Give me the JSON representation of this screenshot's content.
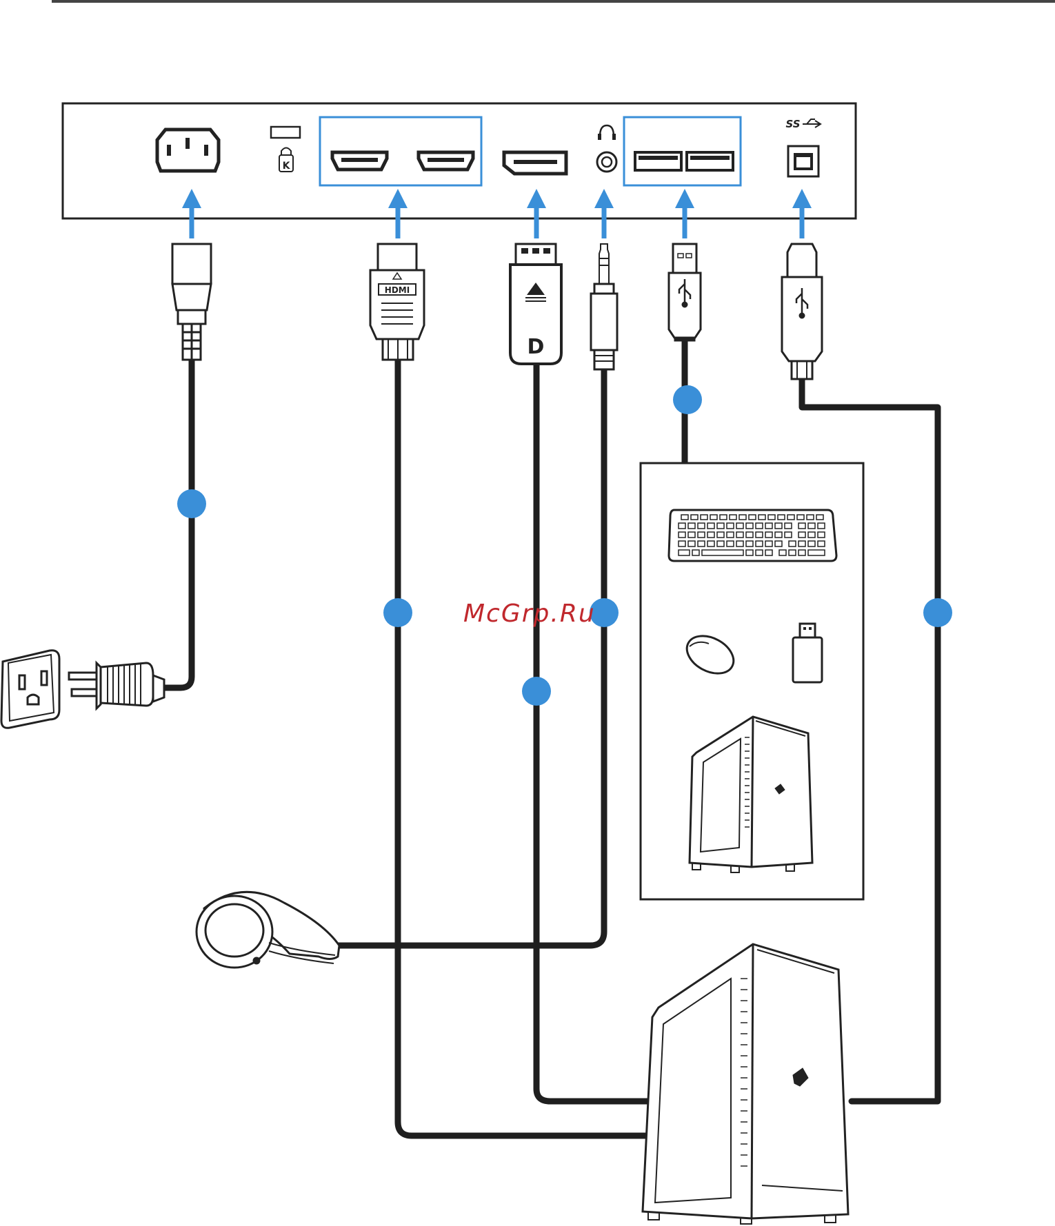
{
  "panel": {
    "ports": [
      {
        "id": "ac-in",
        "icon": "power-socket-icon"
      },
      {
        "id": "kensington",
        "icon": "kensington-lock-icon",
        "label": "K"
      },
      {
        "id": "hdmi-1",
        "icon": "hdmi-port-icon"
      },
      {
        "id": "hdmi-2",
        "icon": "hdmi-port-icon"
      },
      {
        "id": "displayport",
        "icon": "displayport-port-icon"
      },
      {
        "id": "audio-out",
        "icon": "headphone-jack-icon"
      },
      {
        "id": "usb-a-1",
        "icon": "usb-a-port-icon"
      },
      {
        "id": "usb-a-2",
        "icon": "usb-a-port-icon"
      },
      {
        "id": "usb-b-upstream",
        "icon": "usb-b-port-icon",
        "label": "SS"
      }
    ]
  },
  "connectors": {
    "hdmi_text": "HDMI",
    "dp_text": "D"
  },
  "devices": [
    "wall-outlet",
    "headphones",
    "keyboard",
    "mouse",
    "usb-flash-drive",
    "pc-tower-small",
    "pc-tower-large"
  ],
  "watermark": "McGrp.Ru",
  "colors": {
    "accent": "#3a8fd8",
    "cable": "#1f1f1f",
    "watermark": "#c0282d",
    "line": "#222222"
  }
}
